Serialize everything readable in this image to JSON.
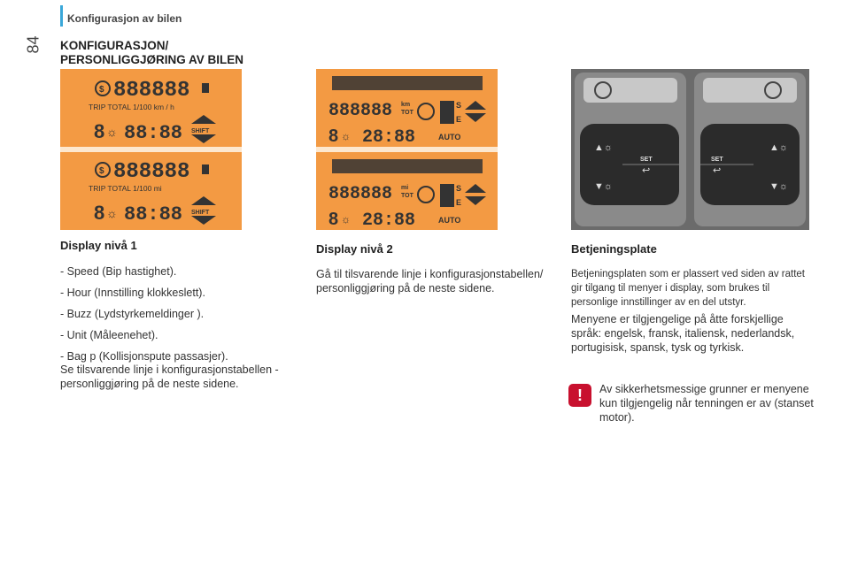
{
  "header": {
    "section": "Konfigurasjon av bilen",
    "page_number": "84"
  },
  "title_lines": [
    "KONFIGURASJON/",
    "PERSONLIGGJØRING AV BILEN"
  ],
  "col1": {
    "heading": "Display nivå 1",
    "items": [
      "-  Speed (Bip hastighet).",
      "-  Hour (Innstilling klokkeslett).",
      "-  Buzz (Lydstyrkemeldinger ).",
      "-  Unit (Måleenehet).",
      "-  Bag p (Kollisjonspute passasjer)."
    ],
    "note": "Se tilsvarende linje i konfigurasjonstabellen - personliggjøring på de neste sidene."
  },
  "col2": {
    "heading": "Display nivå 2",
    "text": "Gå til tilsvarende linje i konfigurasjonstabellen/ personliggjøring på de neste sidene."
  },
  "col3": {
    "heading": "Betjeningsplate",
    "text_small": "Betjeningsplaten som er plassert ved siden av rattet gir tilgang til menyer i display, som brukes til personlige innstillinger av en del utstyr.",
    "text": "Menyene er tilgjengelige på åtte forskjellige språk: engelsk, fransk, italiensk, nederlandsk, portugisisk, spansk, tysk og tyrkisk.",
    "warning": "Av sikkerhetsmessige grunner er menyene kun tilgjengelig når tenningen er av (stanset motor)."
  },
  "panel1": {
    "top": {
      "digits": "888888",
      "row2": "TRIP   TOTAL   1/100 km  /  h",
      "row3": "88:88",
      "shift": "SHIFT"
    },
    "bottom": {
      "digits": "888888",
      "row2": "TRIP   TOTAL   1/100 mi",
      "row3": "88:88",
      "shift": "SHIFT"
    }
  },
  "panel2": {
    "top": {
      "digits": "888888",
      "unit": "km\nTOT",
      "row3": "28:88",
      "auto": "AUTO",
      "s": "S",
      "e": "E"
    },
    "bottom": {
      "digits": "888888",
      "unit": "mi\nTOT",
      "row3": "28:88",
      "auto": "AUTO",
      "s": "S",
      "e": "E"
    }
  },
  "panel3": {
    "set_label": "SET"
  },
  "warning_icon": "!"
}
